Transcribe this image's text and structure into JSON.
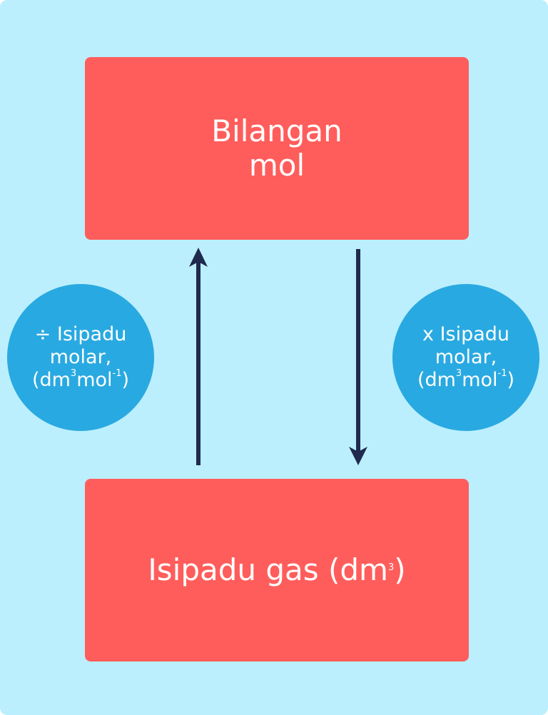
{
  "top_box": {
    "line1": "Bilangan",
    "line2": "mol"
  },
  "bottom_box": {
    "text": "Isipadu gas (dm",
    "sup": "3",
    "close": ")"
  },
  "left_circle": {
    "line1": "÷ Isipadu",
    "line2": "molar,",
    "line3a": "(dm",
    "sup1": "3",
    "line3b": "mol",
    "sup2": "-1",
    "line3c": ")"
  },
  "right_circle": {
    "line1": "x Isipadu",
    "line2": "molar,",
    "line3a": "(dm",
    "sup1": "3",
    "line3b": "mol",
    "sup2": "-1",
    "line3c": ")"
  },
  "colors": {
    "background": "#BBEFFD",
    "box": "#FF5D5B",
    "circle": "#29A9E1",
    "arrow": "#1F2A4D"
  }
}
